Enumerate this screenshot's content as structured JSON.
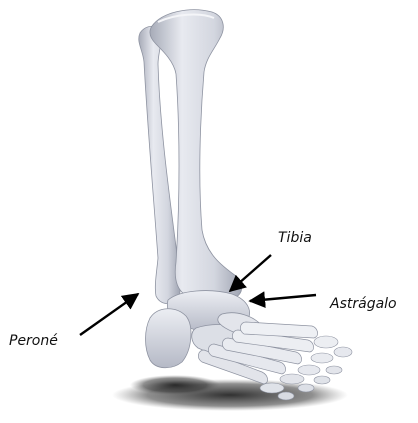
{
  "labels": {
    "tibia": "Tibia",
    "astragalo": "Astrágalo",
    "perone": "Peroné"
  },
  "colors": {
    "bone_light": "#e6e8ee",
    "bone_mid": "#c9ccd6",
    "bone_dark": "#9ea3b1",
    "shadow": "#1e1e1e",
    "arrow": "#000000"
  }
}
